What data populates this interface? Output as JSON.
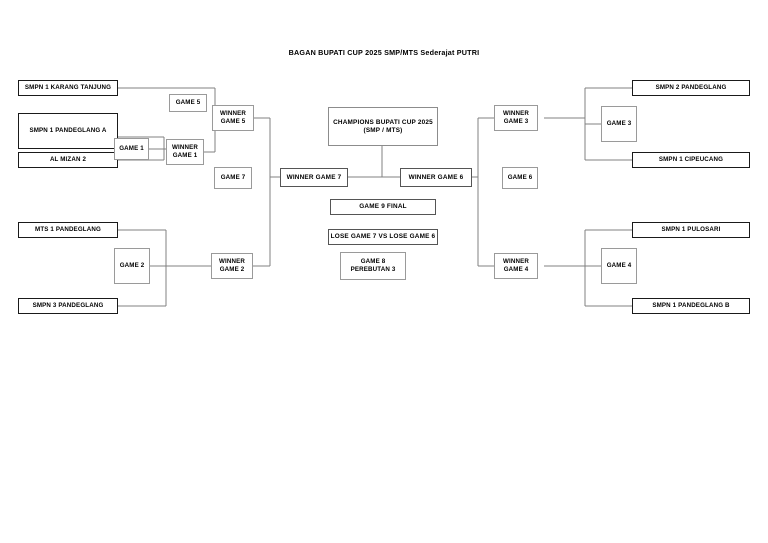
{
  "document": {
    "title": "BAGAN BUPATI CUP 2025 SMP/MTS Sederajat PUTRI"
  },
  "colors": {
    "team_border": "#1a1a1a",
    "game_border": "#9a9a9a",
    "connector": "#808080",
    "background": "#ffffff",
    "text": "#000000"
  },
  "teams": {
    "karang_tanjung": "SMPN 1 KARANG TANJUNG",
    "pandeglang_a": "SMPN 1 PANDEGLANG A",
    "al_mizan_2": "AL MIZAN 2",
    "mts_1_pandeglang": "MTS 1 PANDEGLANG",
    "smpn_3_pandeglang": "SMPN 3 PANDEGLANG",
    "smpn_2_pandeglang": "SMPN 2 PANDEGLANG",
    "smpn_1_cipeucang": "SMPN 1 CIPEUCANG",
    "smpn_1_pulosari": "SMPN 1 PULOSARI",
    "pandeglang_b": "SMPN 1 PANDEGLANG B"
  },
  "games": {
    "game1": "GAME 1",
    "game2": "GAME 2",
    "game3": "GAME 3",
    "game4": "GAME 4",
    "game5": "GAME 5",
    "game6": "GAME 6",
    "game7": "GAME 7",
    "game8_line1": "GAME 8",
    "game8_line2": "PEREBUTAN 3",
    "game9_final": "GAME 9 FINAL"
  },
  "winners": {
    "winner1_line1": "WINNER",
    "winner1_line2": "GAME 1",
    "winner2_line1": "WINNER",
    "winner2_line2": "GAME 2",
    "winner3_line1": "WINNER",
    "winner3_line2": "GAME 3",
    "winner4_line1": "WINNER",
    "winner4_line2": "GAME 4",
    "winner5_line1": "WINNER",
    "winner5_line2": "GAME 5",
    "winner_game_7": "WINNER GAME 7",
    "winner_game_6": "WINNER GAME 6"
  },
  "third_place": {
    "matchup": "LOSE GAME 7 VS LOSE GAME 6"
  },
  "champion": {
    "line1": "CHAMPIONS BUPATI CUP 2025",
    "line2": "(SMP / MTS)"
  }
}
